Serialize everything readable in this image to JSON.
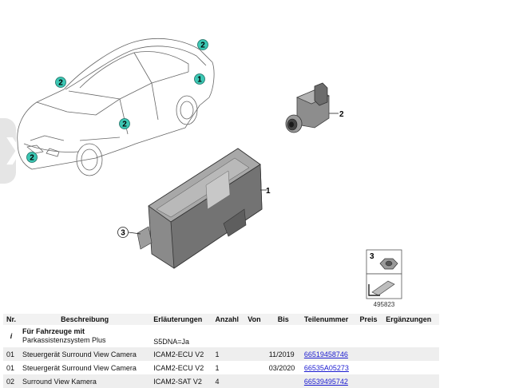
{
  "diagram": {
    "callouts": {
      "part1": "1",
      "part2": "2",
      "part3": "3"
    },
    "car_markers": [
      "2",
      "2",
      "1",
      "2",
      "2"
    ],
    "legend_number": "3",
    "image_number": "495823"
  },
  "table": {
    "headers": {
      "nr": "Nr.",
      "description": "Beschreibung",
      "explanation": "Erläuterungen",
      "quantity": "Anzahl",
      "from": "Von",
      "to": "Bis",
      "part_number": "Teilenummer",
      "price": "Preis",
      "supplements": "Ergänzungen"
    },
    "info_row": {
      "nr": "i",
      "description_line1": "Für Fahrzeuge mit",
      "description_line2": "Parkassistenzsystem Plus",
      "explanation": "S5DNA=Ja"
    },
    "rows": [
      {
        "nr": "01",
        "description": "Steuergerät Surround View Camera",
        "explanation": "ICAM2-ECU V2",
        "quantity": "1",
        "from": "",
        "to": "11/2019",
        "part_number": "66519458746"
      },
      {
        "nr": "01",
        "description": "Steuergerät Surround View Camera",
        "explanation": "ICAM2-ECU V2",
        "quantity": "1",
        "from": "",
        "to": "03/2020",
        "part_number": "66535A05273"
      },
      {
        "nr": "02",
        "description": "Surround View Kamera",
        "explanation": "ICAM2-SAT V2",
        "quantity": "4",
        "from": "",
        "to": "",
        "part_number": "66539495742"
      }
    ]
  },
  "colors": {
    "marker_teal": "#3cc7b4",
    "link_blue": "#1a1ad0",
    "side_accent": "#d33a8c"
  }
}
